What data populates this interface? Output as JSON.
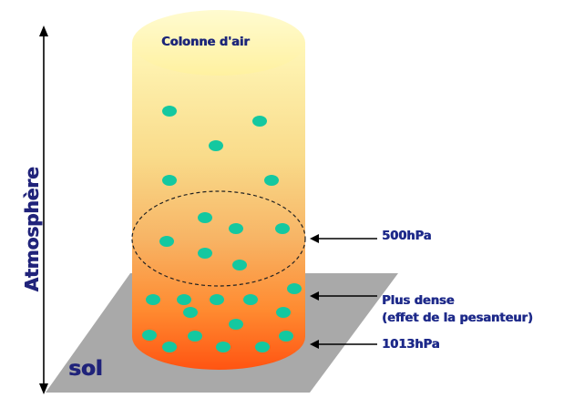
{
  "labels": {
    "column_title": "Colonne d'air",
    "pressure_500": "500hPa",
    "denser_line1": "Plus dense",
    "denser_line2": "(effet de la pesanteur)",
    "pressure_1013": "1013hPa",
    "ground": "sol",
    "atmosphere": "Atmosphère"
  },
  "colors": {
    "column_top": "#fff6b0",
    "column_mid": "#f7be5a",
    "column_bottom": "#ff5a12",
    "molecule": "#14c8a0",
    "ground_plane": "#a9a9a9",
    "label_text": "#1e2a8a"
  },
  "icons": {
    "molecule": "air-molecule-dot",
    "arrow": "arrow-left-icon",
    "axis": "double-arrow-vertical-icon"
  }
}
